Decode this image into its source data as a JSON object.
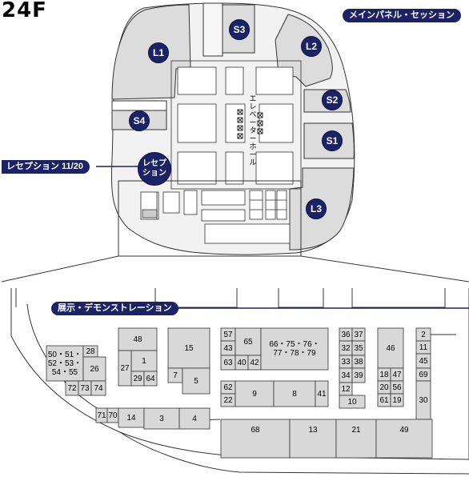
{
  "floor_label": "24F",
  "labels": {
    "main_panel": "メインパネル・セッション",
    "reception": "レセプション 11/20",
    "exhibition": "展示・デモンストレーション",
    "elevator_hall": "エレベーターホール"
  },
  "rooms": {
    "l1": "L1",
    "l2": "L2",
    "l3": "L3",
    "s1": "S1",
    "s2": "S2",
    "s3": "S3",
    "s4": "S4",
    "reception_line1": "レセプ",
    "reception_line2": "ション"
  },
  "booths": {
    "b50": "50・51・",
    "b52": "52・53・",
    "b54": "54・55",
    "b28": "28",
    "b26": "26",
    "b72": "72",
    "b73": "73",
    "b74": "74",
    "b48": "48",
    "b1": "1",
    "b27": "27",
    "b29": "29",
    "b64": "64",
    "b15": "15",
    "b7": "7",
    "b5": "5",
    "b57": "57",
    "b43": "43",
    "b65": "65",
    "b63": "63",
    "b40": "40",
    "b42": "42",
    "b66a": "66・75・76・",
    "b66b": "77・78・79",
    "b62": "62",
    "b22": "22",
    "b9": "9",
    "b8": "8",
    "b41": "41",
    "b36": "36",
    "b37": "37",
    "b32": "32",
    "b35": "35",
    "b33": "33",
    "b38": "38",
    "b34": "34",
    "b39": "39",
    "b12": "12",
    "b10": "10",
    "b46": "46",
    "b18": "18",
    "b47": "47",
    "b20": "20",
    "b56": "56",
    "b61": "61",
    "b19": "19",
    "b2": "2",
    "b11": "11",
    "b45": "45",
    "b69": "69",
    "b30": "30",
    "b71": "71",
    "b70": "70",
    "b14": "14",
    "b3": "3",
    "b4": "4",
    "b68": "68",
    "b13": "13",
    "b21": "21",
    "b49": "49"
  },
  "colors": {
    "room_fill": "#dcdcdc",
    "booth_fill": "#d8d8d8",
    "label_bg": "#1c2266",
    "line": "#333333"
  }
}
